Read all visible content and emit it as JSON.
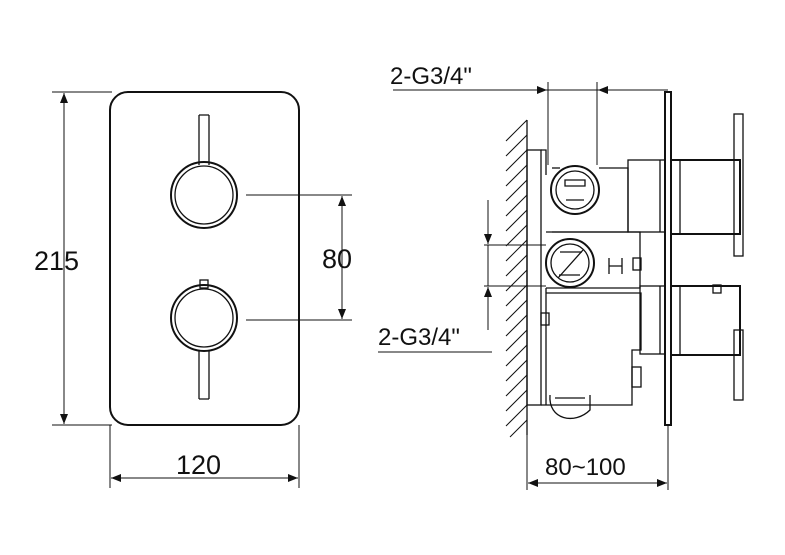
{
  "dimensions": {
    "height": "215",
    "width": "120",
    "handle_spacing": "80",
    "inlet_top": "2-G3/4\"",
    "inlet_bottom": "2-G3/4\"",
    "depth_range": "80~100"
  }
}
